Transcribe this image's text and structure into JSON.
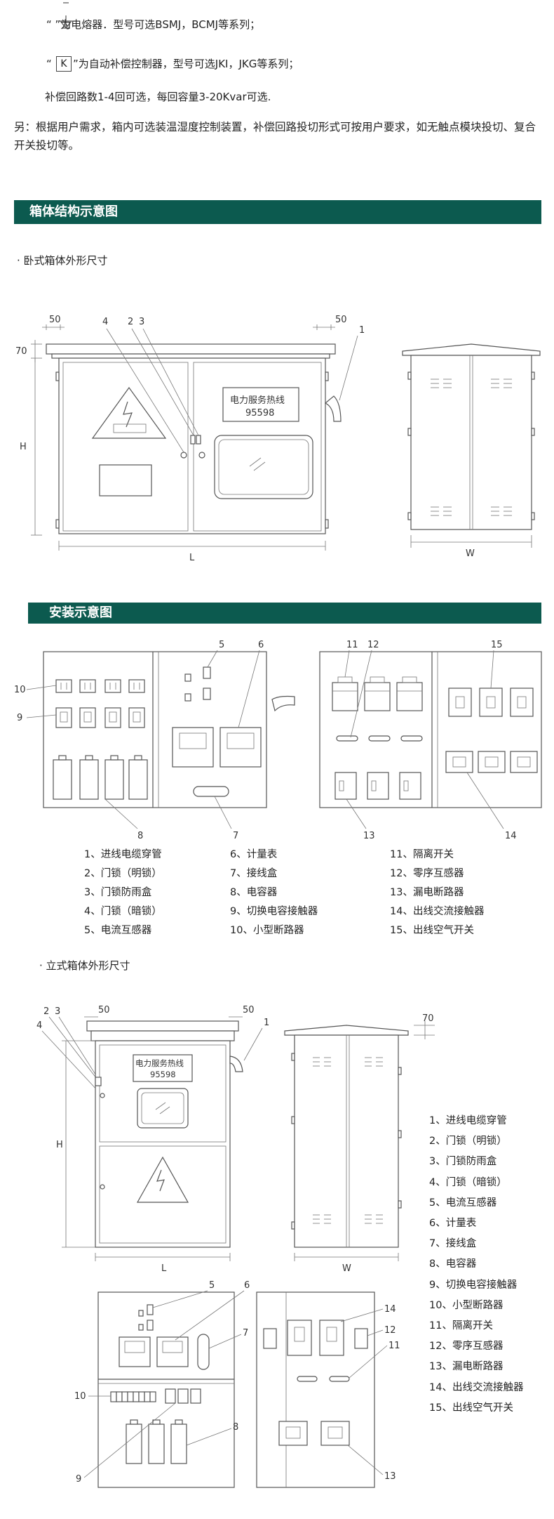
{
  "intro": {
    "fuse_line": "“      ”为电熔器．型号可选BSMJ，BCMJ等系列；",
    "controller_symbol": "K",
    "controller_line": "”为自动补偿控制器，型号可选JKI，JKG等系列；",
    "controller_quote": "“",
    "circuits_line": "补偿回路数1-4回可选，每回容量3-20Kvar可选.",
    "note": "另：根据用户需求，箱内可选装温湿度控制装置，补偿回路投切形式可按用户要求，如无触点模块投切、复合开关投切等。"
  },
  "sections": {
    "box_structure": "箱体结构示意图",
    "install": "安装示意图"
  },
  "horizontal": {
    "subtitle": "· 卧式箱体外形尺寸",
    "hotline_label": "电力服务热线",
    "hotline_number": "95598",
    "dim_50_left": "50",
    "dim_50_right": "50",
    "dim_70": "70",
    "dim_h": "H",
    "dim_l": "L",
    "dim_w": "W",
    "callouts": [
      "1",
      "2",
      "3",
      "4"
    ],
    "install_callouts": [
      "5",
      "6",
      "7",
      "8",
      "9",
      "10",
      "11",
      "12",
      "13",
      "14",
      "15"
    ]
  },
  "legend_h": {
    "col1": [
      "1、进线电缆穿管",
      "2、门锁（明锁）",
      "3、门锁防雨盒",
      "4、门锁（暗锁）",
      "5、电流互感器"
    ],
    "col2": [
      "6、计量表",
      "7、接线盒",
      "8、电容器",
      "9、切换电容接触器",
      "10、小型断路器"
    ],
    "col3": [
      "11、隔离开关",
      "12、零序互感器",
      "13、漏电断路器",
      "14、出线交流接触器",
      "15、出线空气开关"
    ]
  },
  "vertical": {
    "subtitle": "· 立式箱体外形尺寸",
    "hotline_label": "电力服务热线",
    "hotline_number": "95598",
    "dim_50_left": "50",
    "dim_50_right": "50",
    "dim_70": "70",
    "dim_h": "H",
    "dim_l": "L",
    "dim_w": "W",
    "callouts": [
      "1",
      "2",
      "3",
      "4"
    ],
    "install_callouts": [
      "5",
      "6",
      "7",
      "8",
      "9",
      "10",
      "11",
      "12",
      "13",
      "14"
    ]
  },
  "legend_v": [
    "1、进线电缆穿管",
    "2、门锁（明锁）",
    "3、门锁防雨盒",
    "4、门锁（暗锁）",
    "5、电流互感器",
    "6、计量表",
    "7、接线盒",
    "8、电容器",
    "9、切换电容接触器",
    "10、小型断路器",
    "11、隔离开关",
    "12、零序互感器",
    "13、漏电断路器",
    "14、出线交流接触器",
    "15、出线空气开关"
  ],
  "colors": {
    "section_bar": "#0c5a4f",
    "line": "#555555"
  }
}
